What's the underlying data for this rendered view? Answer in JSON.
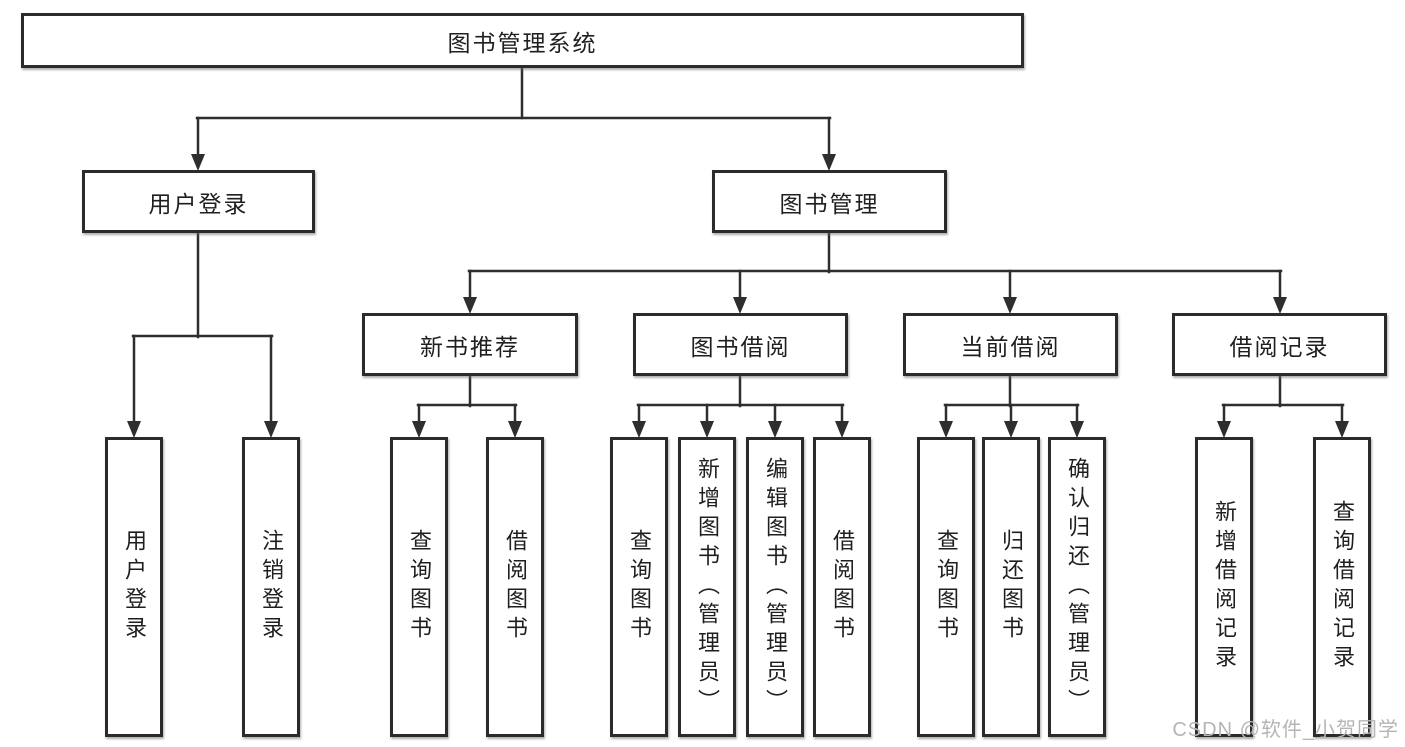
{
  "diagram_title": "图书管理系统",
  "nodes": {
    "root": "图书管理系统",
    "user_login": "用户登录",
    "book_mgmt": "图书管理",
    "new_book_rec": "新书推荐",
    "book_borrow": "图书借阅",
    "current_borrow": "当前借阅",
    "borrow_record": "借阅记录",
    "leaves": {
      "user_login_leaf": "用户登录",
      "logout": "注销登录",
      "nbr_query": "查询图书",
      "nbr_borrow": "借阅图书",
      "bb_query": "查询图书",
      "bb_add": "新增图书（管理员）",
      "bb_edit": "编辑图书（管理员）",
      "bb_borrow": "借阅图书",
      "cb_query": "查询图书",
      "cb_return": "归还图书",
      "cb_confirm": "确认归还（管理员）",
      "br_add": "新增借阅记录",
      "br_query": "查询借阅记录"
    }
  },
  "watermark": "CSDN @软件_小贺同学",
  "colors": {
    "line": "#2e2e2e",
    "box_border": "#2b2b2b",
    "text": "#1f1f1f",
    "watermark": "#b5b5b5",
    "background": "#ffffff"
  }
}
